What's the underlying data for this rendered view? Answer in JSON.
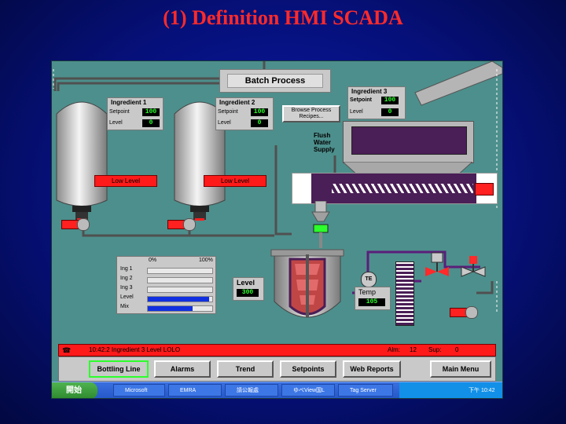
{
  "slide": {
    "title": "(1) Definition HMI SCADA"
  },
  "header": {
    "title": "Batch Process"
  },
  "ingredients": [
    {
      "name": "Ingredient 1",
      "setpoint_label": "Setpoint",
      "setpoint": "100",
      "level_label": "Level",
      "level": "0",
      "alarm": "Low Level"
    },
    {
      "name": "Ingredient 2",
      "setpoint_label": "Setpoint",
      "setpoint": "100",
      "level_label": "Level",
      "level": "0",
      "alarm": "Low Level"
    },
    {
      "name": "Ingredient 3",
      "setpoint_label": "Setpoint",
      "setpoint": "100",
      "level_label": "Level",
      "level": "0"
    }
  ],
  "browse_button": {
    "line1": "Browse Process",
    "line2": "Recipes..."
  },
  "flush": {
    "line1": "Flush",
    "line2": "Water",
    "line3": "Supply"
  },
  "bars": {
    "scale_min": "0%",
    "scale_max": "100%",
    "rows": [
      {
        "label": "Ing 1",
        "fraction": 0
      },
      {
        "label": "Ing 2",
        "fraction": 0
      },
      {
        "label": "Ing 3",
        "fraction": 0
      },
      {
        "label": "Level",
        "fraction": 0.95
      },
      {
        "label": "Mix",
        "fraction": 0.7
      }
    ]
  },
  "level": {
    "label": "Level",
    "value": "300"
  },
  "temp": {
    "label": "Temp",
    "value": "105",
    "sensor": "TE"
  },
  "alarm_bar": {
    "text": "10:42:2 Ingredient 3 Level LOLO",
    "alm_label": "Alm:",
    "alm_count": "12",
    "sup_label": "Sup:",
    "sup_count": "0"
  },
  "nav": {
    "bottling": "Bottling Line",
    "alarms": "Alarms",
    "trend": "Trend",
    "setpoints": "Setpoints",
    "web_reports": "Web Reports",
    "main_menu": "Main Menu"
  },
  "taskbar": {
    "start": "開始",
    "items": [
      "Microsoft",
      "EMRA",
      "請公報處",
      "ゆべView国L",
      "Tag Server"
    ],
    "clock": "下午 10:42"
  },
  "colors": {
    "background": "#4d8f8c",
    "alarm": "#ff1a1a",
    "accent_green": "#2cff2c",
    "hopper": "#4a1e56"
  }
}
